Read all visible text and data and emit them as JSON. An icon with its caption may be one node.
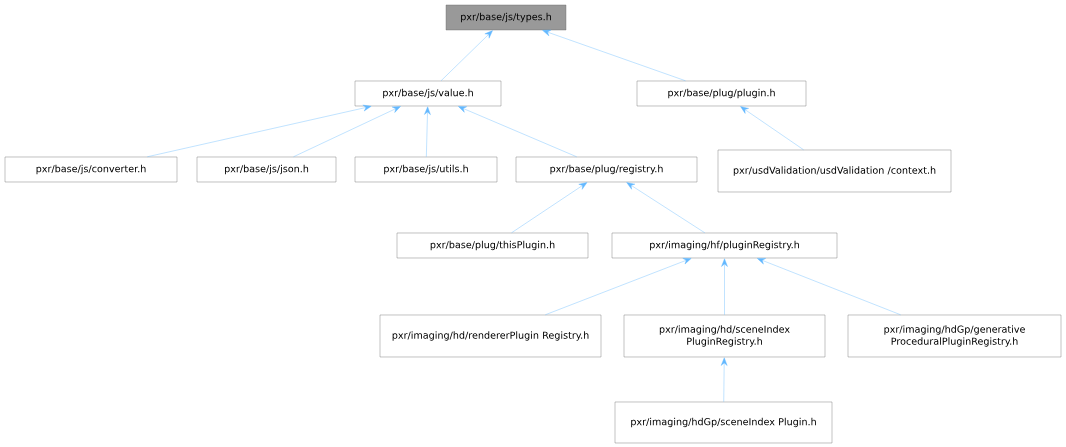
{
  "diagram": {
    "nodes": [
      {
        "text": [
          "pxr/base/js/types.h"
        ]
      },
      {
        "text": [
          "pxr/base/js/value.h"
        ]
      },
      {
        "text": [
          "pxr/base/plug/plugin.h"
        ]
      },
      {
        "text": [
          "pxr/base/js/converter.h"
        ]
      },
      {
        "text": [
          "pxr/base/js/json.h"
        ]
      },
      {
        "text": [
          "pxr/base/js/utils.h"
        ]
      },
      {
        "text": [
          "pxr/base/plug/registry.h"
        ]
      },
      {
        "text": [
          "pxr/usdValidation/usdValidation /context.h"
        ]
      },
      {
        "text": [
          "pxr/base/plug/thisPlugin.h"
        ]
      },
      {
        "text": [
          "pxr/imaging/hf/pluginRegistry.h"
        ]
      },
      {
        "text": [
          "pxr/imaging/hd/rendererPlugin Registry.h"
        ]
      },
      {
        "text": [
          "pxr/imaging/hd/sceneIndex PluginRegistry.h"
        ]
      },
      {
        "text": [
          "pxr/imaging/hdGp/generative ProceduralPluginRegistry.h"
        ]
      },
      {
        "text": [
          "pxr/imaging/hdGp/sceneIndex Plugin.h"
        ]
      }
    ],
    "edges": [
      {
        "from": 1,
        "to": 0,
        "arrow": "to"
      },
      {
        "from": 2,
        "to": 0,
        "arrow": "to"
      },
      {
        "from": 3,
        "to": 1,
        "arrow": "to"
      },
      {
        "from": 4,
        "to": 1,
        "arrow": "to"
      },
      {
        "from": 5,
        "to": 1,
        "arrow": "to"
      },
      {
        "from": 6,
        "to": 1,
        "arrow": "to"
      },
      {
        "from": 7,
        "to": 2,
        "arrow": "to"
      },
      {
        "from": 8,
        "to": 6,
        "arrow": "to"
      },
      {
        "from": 9,
        "to": 6,
        "arrow": "to"
      },
      {
        "from": 10,
        "to": 9,
        "arrow": "to"
      },
      {
        "from": 11,
        "to": 9,
        "arrow": "to"
      },
      {
        "from": 12,
        "to": 9,
        "arrow": "to"
      },
      {
        "from": 13,
        "to": 11,
        "arrow": "to"
      }
    ]
  }
}
